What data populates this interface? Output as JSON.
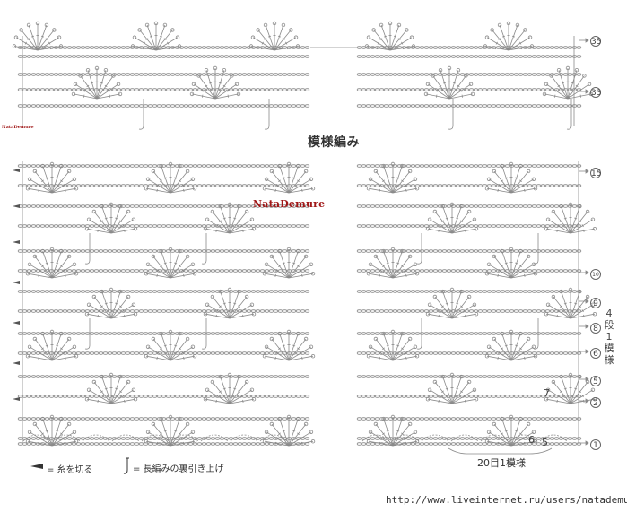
{
  "title": "模様編み",
  "watermark": "NataDemure",
  "watermark_small": "NataDemure",
  "row_labels": {
    "r35": "35",
    "r33": "33",
    "r15": "15",
    "r10": "10",
    "r9": "9",
    "r8": "8",
    "r6": "6",
    "r5": "5",
    "r2": "2",
    "r1": "1"
  },
  "repeat_rows": "4段1模様",
  "num_7": "7",
  "num_6": "6",
  "num_5": "5",
  "repeat_stitches": "20目1模様",
  "legend": {
    "cut_yarn": "= 糸を切る",
    "back_post": "= 長編みの裏引き上げ"
  },
  "url": "http://www.liveinternet.ru/users/natademure/",
  "colors": {
    "line": "#8a8a8a",
    "accent_red": "#a01818"
  },
  "icons": [
    "arrow-head-icon",
    "hook-stitch-icon"
  ]
}
